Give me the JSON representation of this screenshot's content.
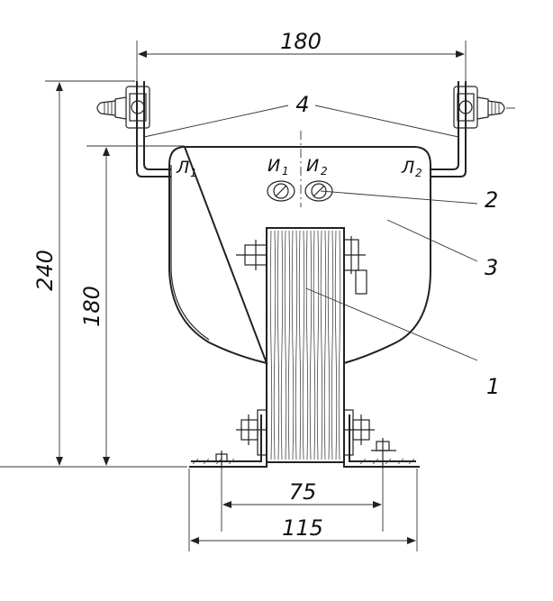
{
  "dimensions": {
    "top_width": "180",
    "overall_height": "240",
    "inner_height": "180",
    "inner_base": "75",
    "outer_base": "115"
  },
  "callouts": {
    "c1": "1",
    "c2": "2",
    "c3": "3",
    "c4": "4"
  },
  "terminals": {
    "l1": {
      "main": "Л",
      "sub": "1"
    },
    "l2": {
      "main": "Л",
      "sub": "2"
    },
    "i1": {
      "main": "И",
      "sub": "1"
    },
    "i2": {
      "main": "И",
      "sub": "2"
    }
  }
}
